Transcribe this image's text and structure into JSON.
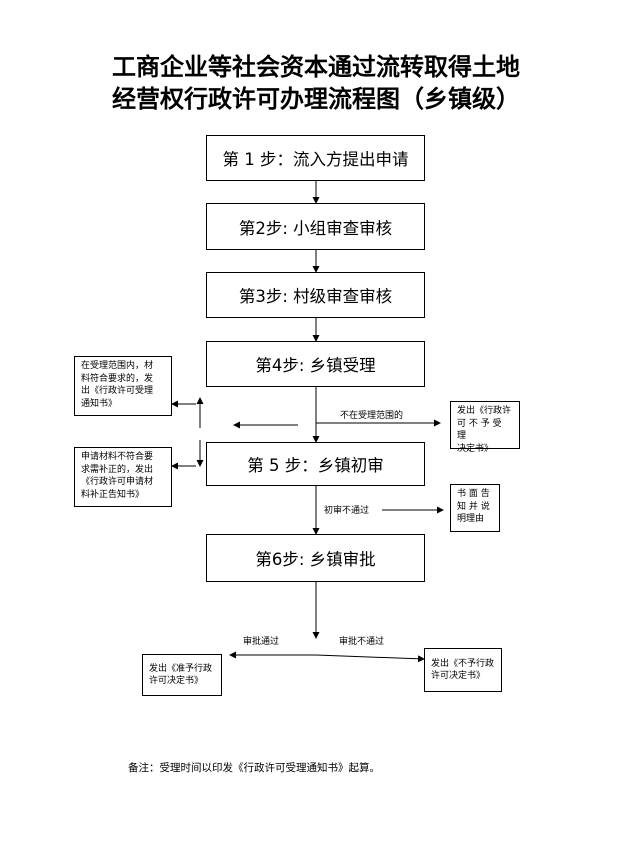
{
  "title": {
    "line1": "工商企业等社会资本通过流转取得土地",
    "line2": "经营权行政许可办理流程图（乡镇级）"
  },
  "steps": [
    "第 1 步：流入方提出申请",
    "第2步: 小组审查审核",
    "第3步: 村级审查审核",
    "第4步: 乡镇受理",
    "第 5 步：乡镇初审",
    "第6步: 乡镇审批"
  ],
  "notes": {
    "accept_notice": [
      "在受理范围内，材",
      "料符合要求的，发",
      "出《行政许可受理",
      "通知书》"
    ],
    "supplement_notice": [
      "申请材料不符合要",
      "求需补正的，发出",
      "《行政许可申请材",
      "料补正告知书》"
    ],
    "no_accept": [
      "发出《行政许",
      "可 不 予 受 理",
      "决定书》"
    ],
    "written_reason": [
      "书 面 告",
      "知 并 说",
      "明理由"
    ],
    "approve_decision": [
      "发出《准予行政",
      "许可决定书》"
    ],
    "deny_decision": [
      "发出《不予行政",
      "许可决定书》"
    ]
  },
  "labels": {
    "out_of_scope": "不在受理范围的",
    "prelim_fail": "初审不通过",
    "approved": "审批通过",
    "not_approved": "审批不通过"
  },
  "footer": "备注：受理时间以印发《行政许可受理通知书》起算。"
}
